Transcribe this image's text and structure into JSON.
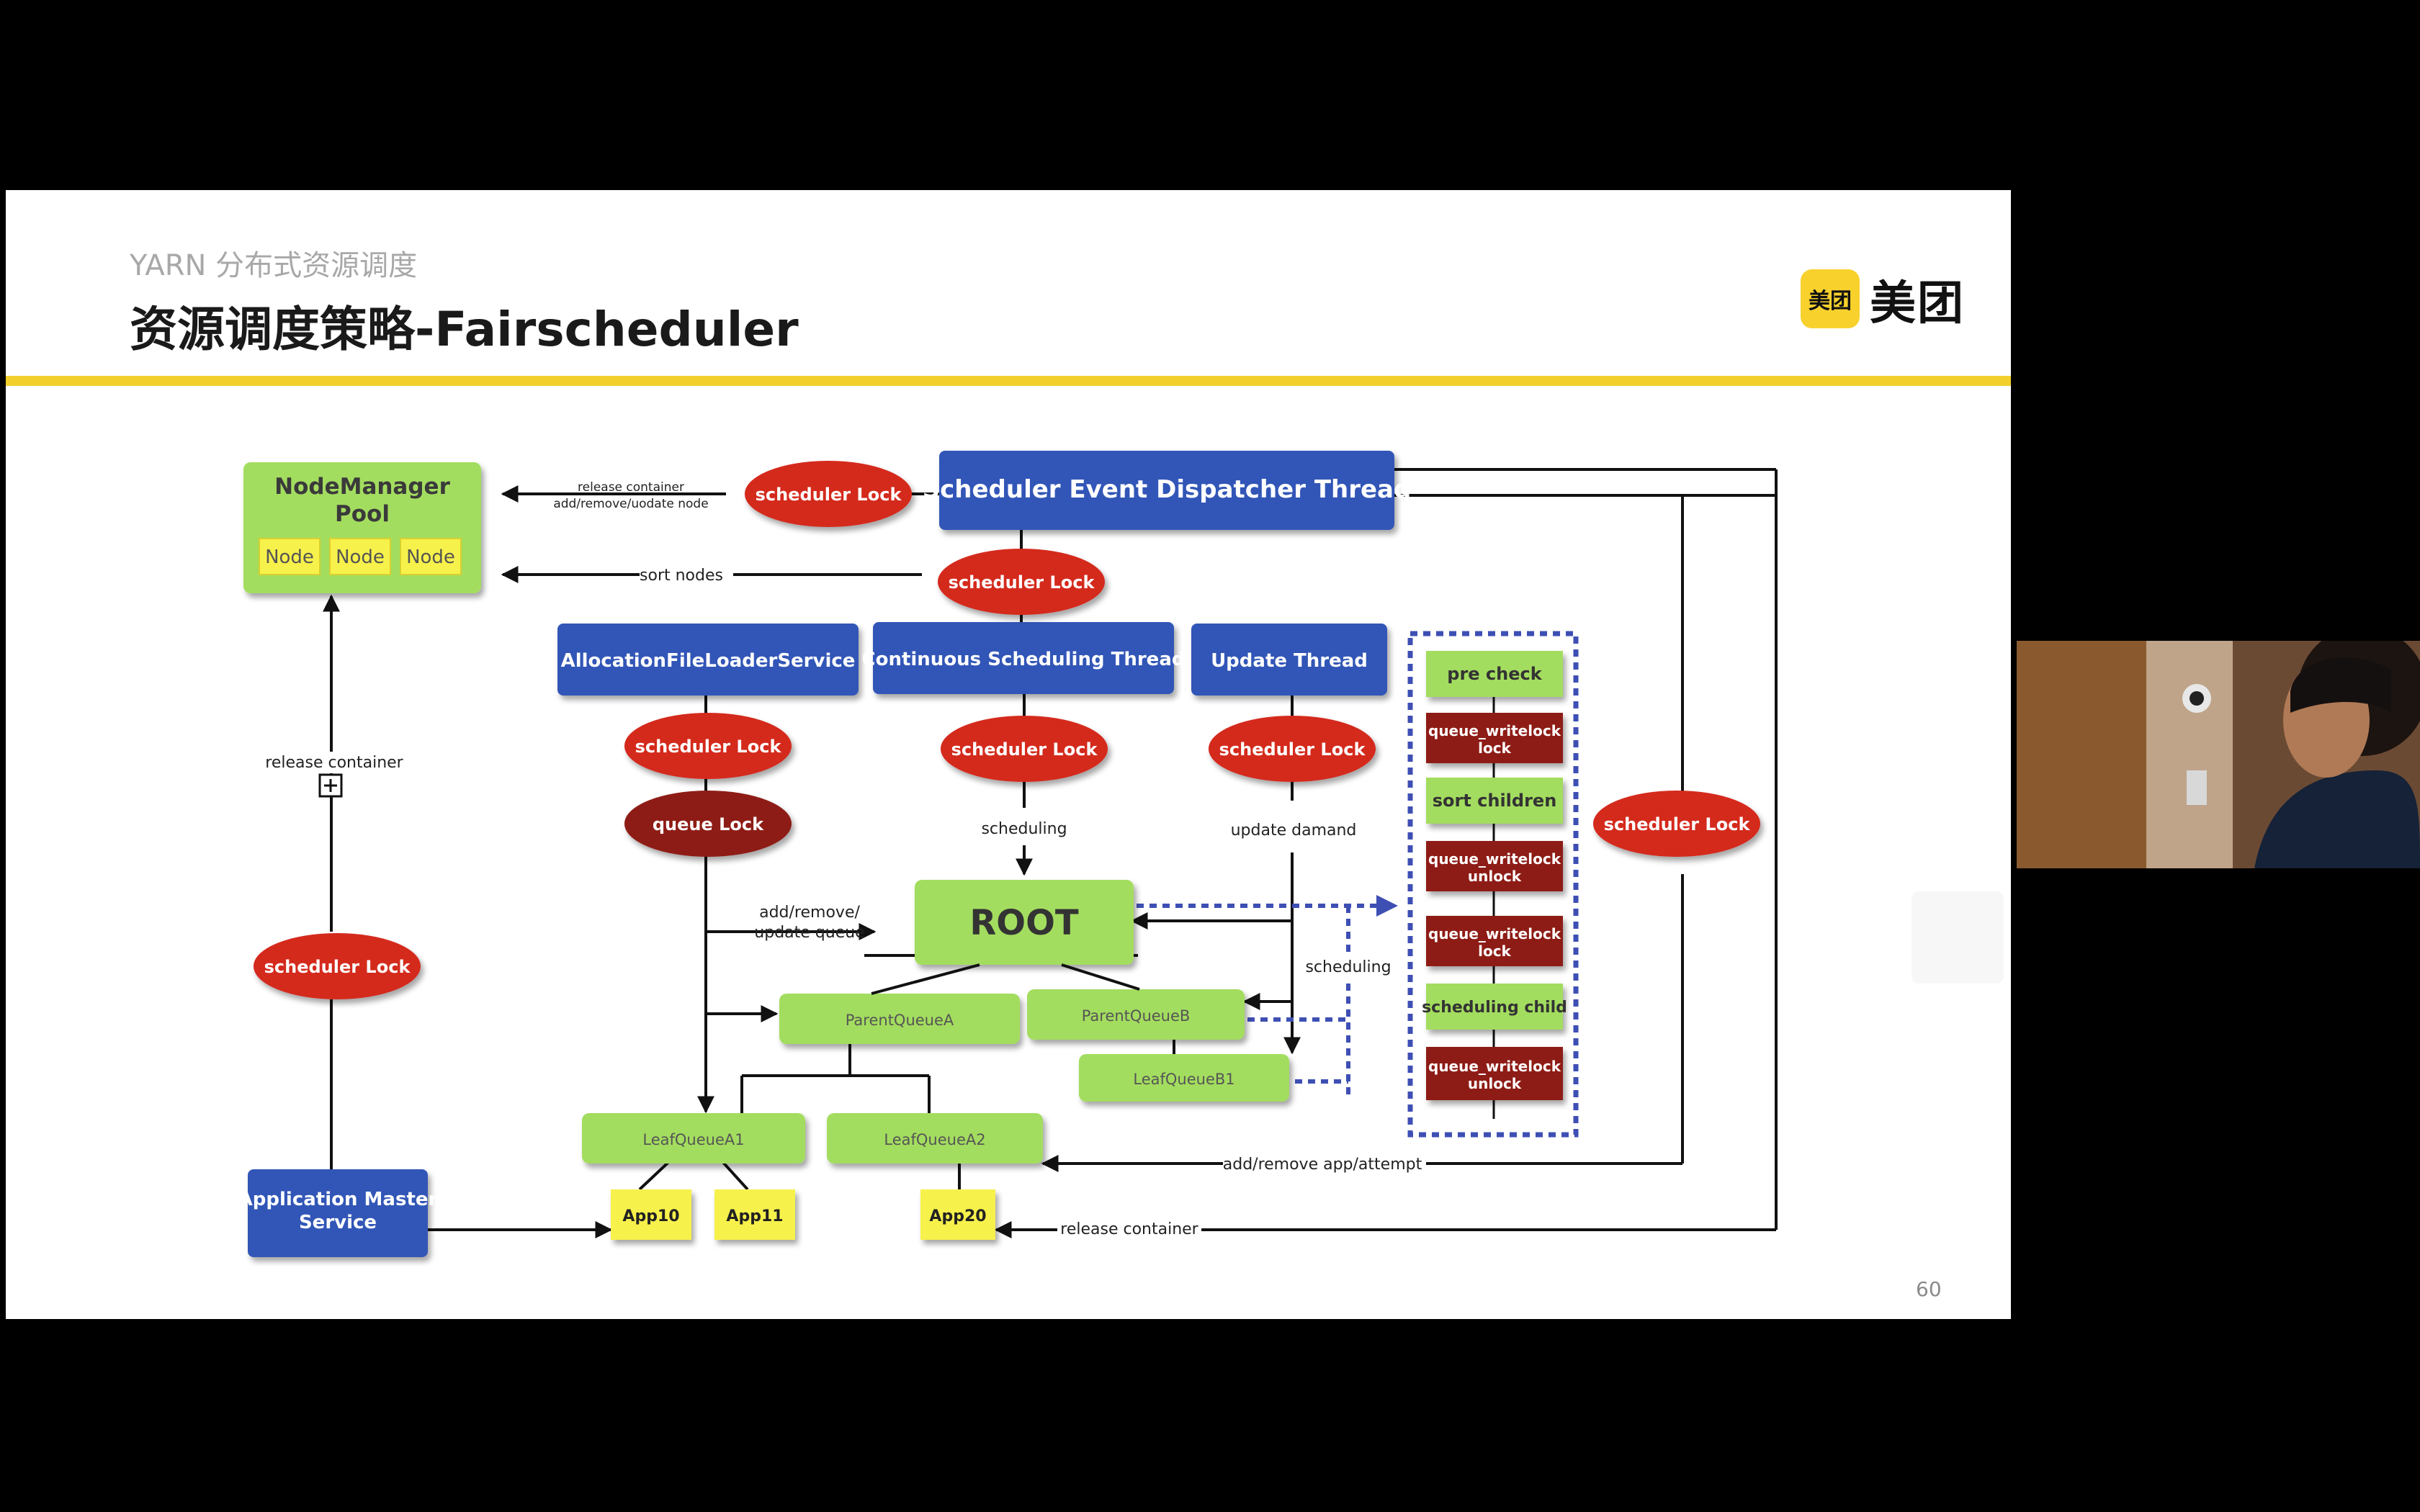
{
  "slide": {
    "subtitle": "YARN 分布式资源调度",
    "title": "资源调度策略-Fairscheduler",
    "logo_badge": "美团",
    "logo_text": "美团",
    "page_number": "60"
  },
  "diagram": {
    "nodemanager_pool": {
      "title_line1": "NodeManager",
      "title_line2": "Pool",
      "nodes": [
        "Node",
        "Node",
        "Node"
      ]
    },
    "dispatcher": "Scheduler Event Dispatcher Thread",
    "allocation_service": "AllocationFileLoaderService",
    "continuous_thread": "Continuous Scheduling Thread",
    "update_thread": "Update Thread",
    "am_service_line1": "Application Master",
    "am_service_line2": "Service",
    "scheduler_lock": "scheduler Lock",
    "queue_lock": "queue Lock",
    "root": "ROOT",
    "parent_queue_a": "ParentQueueA",
    "parent_queue_b": "ParentQueueB",
    "leaf_queue_a1": "LeafQueueA1",
    "leaf_queue_a2": "LeafQueueA2",
    "leaf_queue_b1": "LeafQueueB1",
    "apps": [
      "App10",
      "App11",
      "App20"
    ],
    "labels": {
      "release_container_1": "release container",
      "release_container_2": "add/remove/uodate node",
      "sort_nodes": "sort nodes",
      "release_container": "release container",
      "scheduling": "scheduling",
      "update_damand": "update damand",
      "add_remove_1": "add/remove/",
      "add_remove_2": "update queue",
      "add_remove_app": "add/remove app/attempt",
      "release_container_app": "release container"
    },
    "steps": [
      {
        "l1": "pre check",
        "l2": "",
        "kind": "green"
      },
      {
        "l1": "queue_writelock",
        "l2": "lock",
        "kind": "red"
      },
      {
        "l1": "sort children",
        "l2": "",
        "kind": "green"
      },
      {
        "l1": "queue_writelock",
        "l2": "unlock",
        "kind": "red"
      },
      {
        "l1": "queue_writelock",
        "l2": "lock",
        "kind": "red"
      },
      {
        "l1": "scheduling child",
        "l2": "",
        "kind": "green"
      },
      {
        "l1": "queue_writelock",
        "l2": "unlock",
        "kind": "red"
      }
    ],
    "colors": {
      "blue_box": "#3257b7",
      "green_box": "#a3dd5e",
      "red_lock": "#d4291f",
      "dark_lock": "#8e1c17",
      "yellow_node": "#f7f14b"
    }
  }
}
